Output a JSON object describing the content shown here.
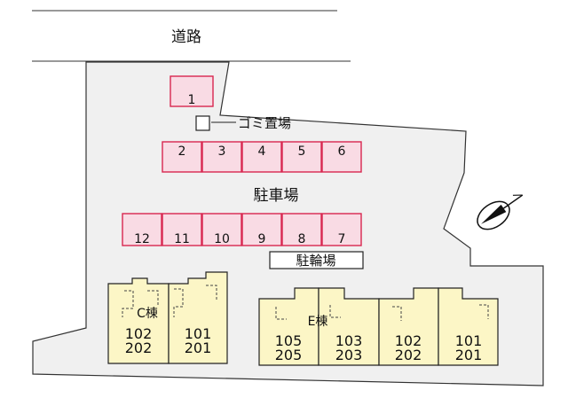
{
  "road": {
    "label": "道路"
  },
  "garbage": {
    "label": "ゴミ置場"
  },
  "parking": {
    "label": "駐車場",
    "top_row": [
      "1"
    ],
    "middle_row": [
      "2",
      "3",
      "4",
      "5",
      "6"
    ],
    "bottom_row": [
      "12",
      "11",
      "10",
      "9",
      "8",
      "7"
    ]
  },
  "bicycle": {
    "label": "駐輪場"
  },
  "building_c": {
    "label": "C棟",
    "units": [
      {
        "upper": "102",
        "lower": "202"
      },
      {
        "upper": "101",
        "lower": "201"
      }
    ]
  },
  "building_e": {
    "label": "E棟",
    "units": [
      {
        "upper": "105",
        "lower": "205"
      },
      {
        "upper": "103",
        "lower": "203"
      },
      {
        "upper": "102",
        "lower": "202"
      },
      {
        "upper": "101",
        "lower": "201"
      }
    ]
  },
  "icons": {
    "compass": "compass-icon"
  },
  "colors": {
    "lot": "#f0f0f0",
    "space_fill": "#f9dbe4",
    "space_stroke": "#d8274f",
    "building_fill": "#fcf6c6"
  }
}
